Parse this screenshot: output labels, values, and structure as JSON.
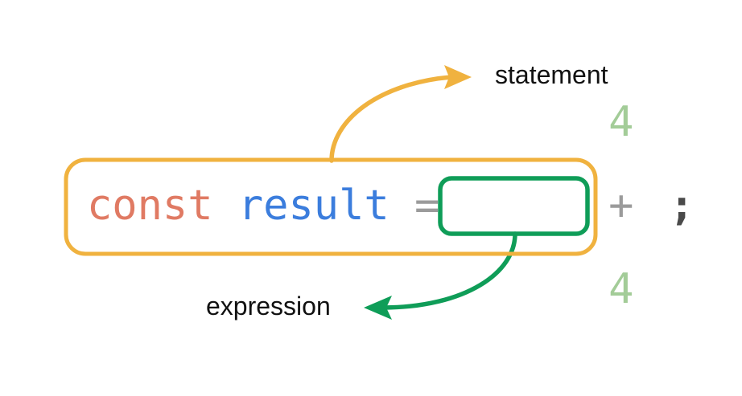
{
  "diagram": {
    "title": "statement-vs-expression",
    "background_color": "#ffffff"
  },
  "code": {
    "full_text": "const result = 4 + 4;",
    "language": "javascript",
    "tokens": [
      {
        "text": "const",
        "type": "keyword",
        "color": "#e07a63"
      },
      {
        "text": " ",
        "type": "space",
        "color": "transparent"
      },
      {
        "text": "result",
        "type": "ident",
        "color": "#3b7ddd"
      },
      {
        "text": " ",
        "type": "space",
        "color": "transparent"
      },
      {
        "text": "=",
        "type": "operator",
        "color": "#9b9b9b"
      },
      {
        "text": " ",
        "type": "space",
        "color": "transparent"
      },
      {
        "text": "4",
        "type": "number",
        "color": "#a3cc98"
      },
      {
        "text": " ",
        "type": "space",
        "color": "transparent"
      },
      {
        "text": "+",
        "type": "operator",
        "color": "#9b9b9b"
      },
      {
        "text": " ",
        "type": "space",
        "color": "transparent"
      },
      {
        "text": "4",
        "type": "number",
        "color": "#a3cc98"
      },
      {
        "text": ";",
        "type": "punct",
        "color": "#4a4a4a"
      }
    ],
    "keyword": "const",
    "identifier": "result",
    "assign_operator": "=",
    "left_operand": "4",
    "plus_operator": "+",
    "right_operand": "4",
    "semicolon": ";"
  },
  "annotations": {
    "statement": {
      "label": "statement",
      "color": "#f0ad31",
      "box_color": "#f0b23f",
      "text_color": "#111111"
    },
    "expression": {
      "label": "expression",
      "color": "#0f9d58",
      "box_color": "#0f9d58",
      "text_color": "#111111"
    }
  },
  "colors": {
    "orange": "#f0b23f",
    "green": "#0f9d58",
    "keyword_red": "#e07a63",
    "ident_blue": "#3b7ddd",
    "operator_gray": "#9b9b9b",
    "number_green": "#a3cc98",
    "punct_dark": "#4a4a4a",
    "background": "#ffffff"
  }
}
